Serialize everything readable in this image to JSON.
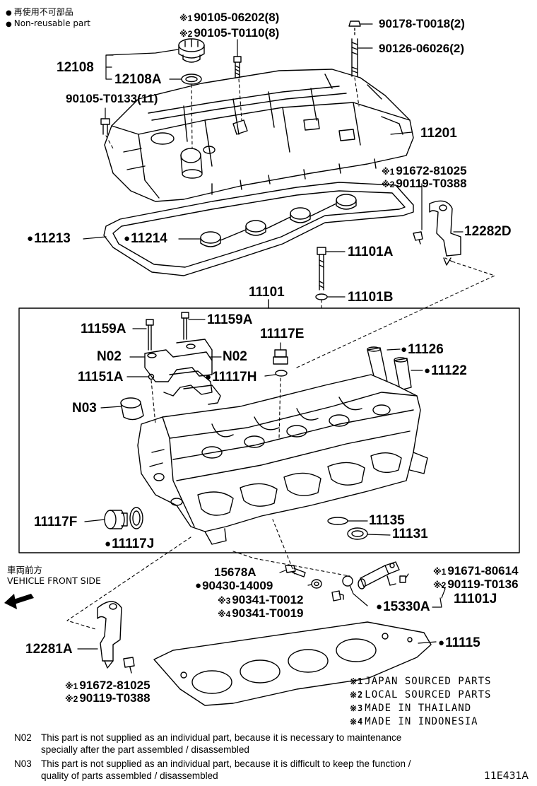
{
  "legend": {
    "non_reusable_ja": "再使用不可部品",
    "non_reusable_en": "Non-reusable part"
  },
  "labels": {
    "p90105_06202": "90105-06202(8)",
    "p90105_T0110": "90105-T0110(8)",
    "p90178": "90178-T0018(2)",
    "p90126": "90126-06026(2)",
    "p12108": "12108",
    "p12108A": "12108A",
    "p90105_T0133": "90105-T0133(11)",
    "p11201": "11201",
    "p91672_top": "91672-81025",
    "p90119_top": "90119-T0388",
    "p11213": "11213",
    "p11214": "11214",
    "p12282D": "12282D",
    "p11101A": "11101A",
    "p11101B": "11101B",
    "p11101": "11101",
    "p11159A_l": "11159A",
    "p11159A_r": "11159A",
    "p11117E": "11117E",
    "pN02_l": "N02",
    "pN02_r": "N02",
    "p11126": "11126",
    "p11151A": "11151A",
    "p11117H": "11117H",
    "p11122": "11122",
    "pN03": "N03",
    "p11117F": "11117F",
    "p11117J": "11117J",
    "p11135": "11135",
    "p11131": "11131",
    "p15678A": "15678A",
    "p90430": "90430-14009",
    "p90341_a": "90341-T0012",
    "p90341_b": "90341-T0019",
    "p91671": "91671-80614",
    "p90119_mid": "90119-T0136",
    "p15330A": "15330A",
    "p11101J": "11101J",
    "p11115": "11115",
    "p12281A": "12281A",
    "p91672_bot": "91672-81025",
    "p90119_bot": "90119-T0388"
  },
  "marks": {
    "m1": "※1",
    "m2": "※2",
    "m3": "※3",
    "m4": "※4"
  },
  "front": {
    "ja": "車両前方",
    "en": "VEHICLE FRONT SIDE"
  },
  "regions": {
    "r1": "JAPAN SOURCED PARTS",
    "r2": "LOCAL SOURCED PARTS",
    "r3": "MADE IN THAILAND",
    "r4": "MADE IN INDONESIA"
  },
  "notes": {
    "n02_code": "N02",
    "n02_line1": "This part is not supplied as an individual part, because it is necessary to maintenance",
    "n02_line2": "specially after the part assembled / disassembled",
    "n03_code": "N03",
    "n03_line1": "This part is not supplied as an individual part, because it is difficult to keep the function /",
    "n03_line2": "quality of parts  assembled / disassembled"
  },
  "figure_id": "11E431A"
}
